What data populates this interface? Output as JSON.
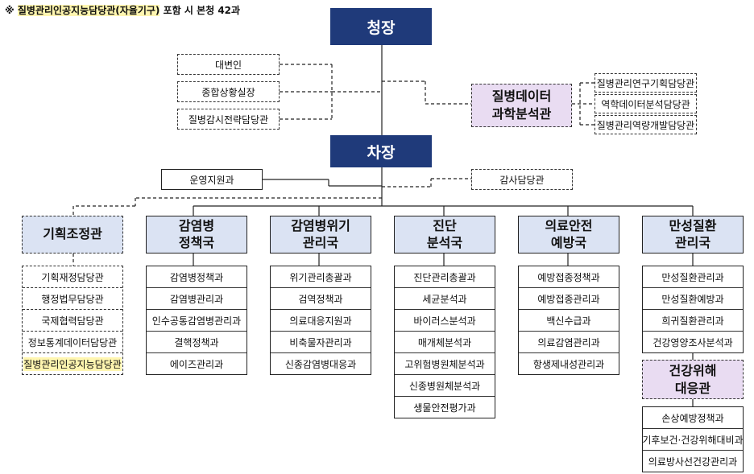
{
  "note": {
    "prefix": "※ ",
    "highlight": "질병관리인공지능담당관(자율기구)",
    "suffix": " 포함 시 본청 42과"
  },
  "commissioner": "청장",
  "deputy": "차장",
  "commissioner_staff": [
    "대변인",
    "종합상황실장",
    "질병감시전략담당관"
  ],
  "data_office": {
    "title": "질병데이터\n과학분석관",
    "units": [
      "질병관리연구기획담당관",
      "역학데이터분석담당관",
      "질병관리역량개발담당관"
    ]
  },
  "deputy_staff": {
    "left": "운영지원과",
    "right": "감사담당관"
  },
  "planning": {
    "title": "기획조정관",
    "units": [
      "기획재정담당관",
      "행정법무담당관",
      "국제협력담당관",
      "정보통계데이터담당관",
      "질병관리인공지능담당관"
    ]
  },
  "bureaus": [
    {
      "title": "감염병\n정책국",
      "units": [
        "감염병정책과",
        "감염병관리과",
        "인수공통감염병관리과",
        "결핵정책과",
        "에이즈관리과"
      ]
    },
    {
      "title": "감염병위기\n관리국",
      "units": [
        "위기관리총괄과",
        "검역정책과",
        "의료대응지원과",
        "비축물자관리과",
        "신종감염병대응과"
      ]
    },
    {
      "title": "진단\n분석국",
      "units": [
        "진단관리총괄과",
        "세균분석과",
        "바이러스분석과",
        "매개체분석과",
        "고위험병원체분석과",
        "신종병원체분석과",
        "생물안전평가과"
      ]
    },
    {
      "title": "의료안전\n예방국",
      "units": [
        "예방접종정책과",
        "예방접종관리과",
        "백신수급과",
        "의료감염관리과",
        "항생제내성관리과"
      ]
    },
    {
      "title": "만성질환\n관리국",
      "units": [
        "만성질환관리과",
        "만성질환예방과",
        "희귀질환관리과",
        "건강영양조사분석과"
      ]
    }
  ],
  "health_hazard": {
    "title": "건강위해\n대응관",
    "units": [
      "손상예방정책과",
      "기후보건·건강위해대비과",
      "의료방사선건강관리과"
    ]
  }
}
